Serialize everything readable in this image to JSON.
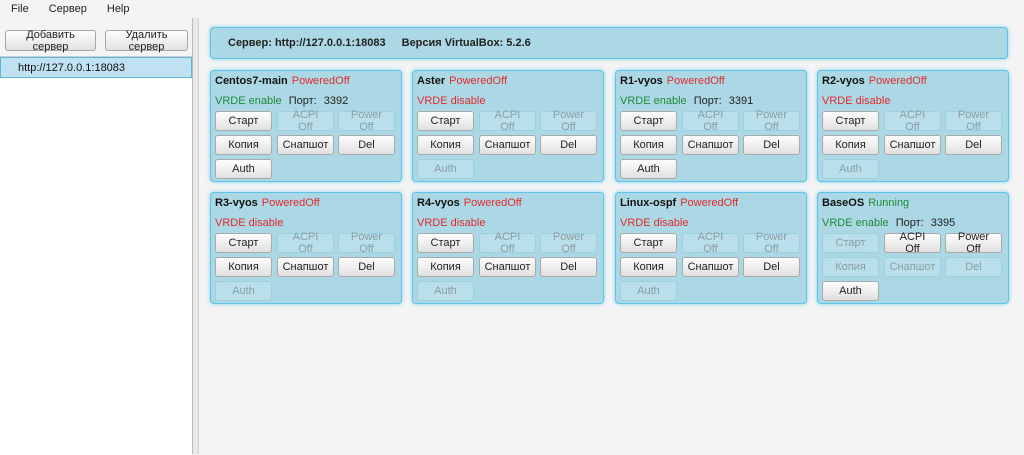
{
  "menubar": {
    "items": [
      "File",
      "Сервер",
      "Help"
    ]
  },
  "left_panel": {
    "add_server_label": "Добавить сервер",
    "remove_server_label": "Удалить сервер",
    "servers": [
      "http://127.0.0.1:18083"
    ]
  },
  "info": {
    "server_text": "Сервер: http://127.0.0.1:18083",
    "vbox_text": "Версия VirtualBox: 5.2.6"
  },
  "buttons": {
    "start": "Старт",
    "acpi_off": "ACPI Off",
    "power_off": "Power Off",
    "copy": "Копия",
    "snapshot": "Снапшот",
    "del": "Del",
    "auth": "Auth"
  },
  "vms": [
    {
      "name": "Centos7-main",
      "state": "PoweredOff",
      "vrde": "VRDE enable",
      "port_label": "Порт:",
      "port": "3392"
    },
    {
      "name": "Aster",
      "state": "PoweredOff",
      "vrde": "VRDE disable"
    },
    {
      "name": "R1-vyos",
      "state": "PoweredOff",
      "vrde": "VRDE enable",
      "port_label": "Порт:",
      "port": "3391"
    },
    {
      "name": "R2-vyos",
      "state": "PoweredOff",
      "vrde": "VRDE disable"
    },
    {
      "name": "R3-vyos",
      "state": "PoweredOff",
      "vrde": "VRDE disable"
    },
    {
      "name": "R4-vyos",
      "state": "PoweredOff",
      "vrde": "VRDE disable"
    },
    {
      "name": "Linux-ospf",
      "state": "PoweredOff",
      "vrde": "VRDE disable"
    },
    {
      "name": "BaseOS",
      "state": "Running",
      "vrde": "VRDE enable",
      "port_label": "Порт:",
      "port": "3395"
    }
  ],
  "colors": {
    "powered_off": "#e02b2b",
    "running": "#1f8a3a",
    "card_bg": "#acd8e5",
    "card_border": "#5bc4e8"
  }
}
